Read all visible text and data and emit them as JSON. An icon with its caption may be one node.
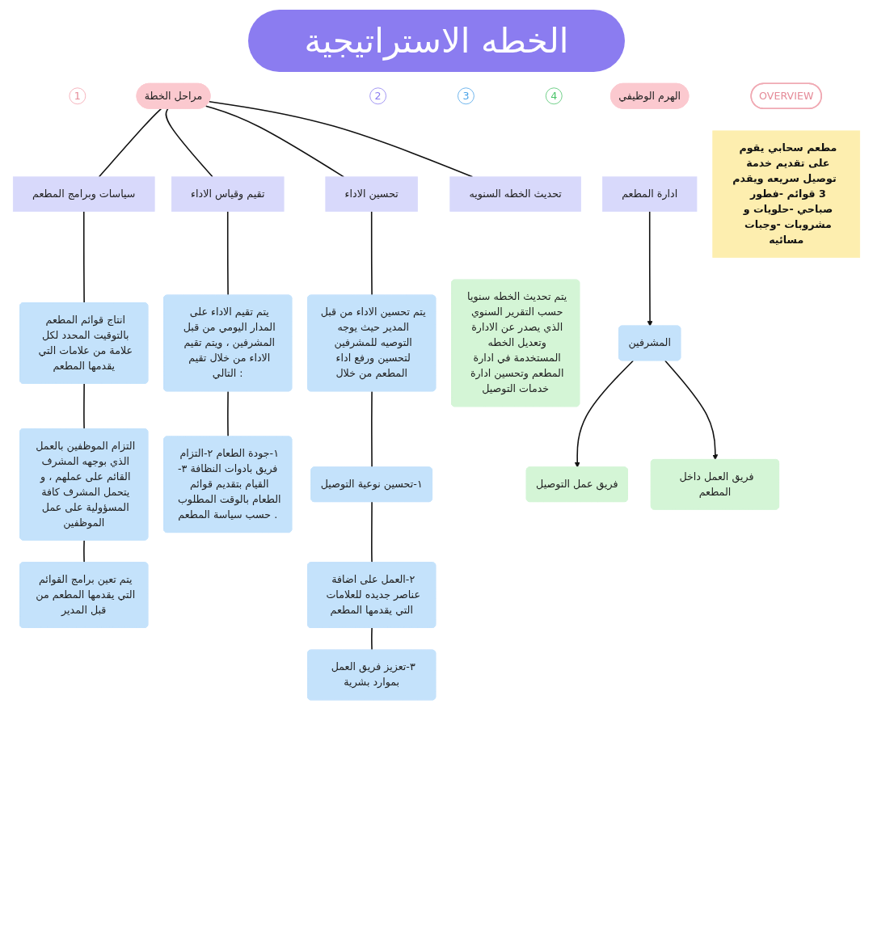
{
  "diagram": {
    "title": "الخطه الاستراتيجية",
    "nodes": [
      {
        "text": [
          "مراحل الخطة"
        ]
      },
      {
        "text": [
          "1"
        ]
      },
      {
        "text": [
          "سياسات وبرامج المطعم"
        ]
      },
      {
        "text": [
          "2"
        ]
      },
      {
        "text": [
          "تقيم وقياس الاداء"
        ]
      },
      {
        "text": [
          "3"
        ]
      },
      {
        "text": [
          "تحسين الاداء"
        ]
      },
      {
        "text": [
          "4"
        ]
      },
      {
        "text": [
          "تحديث الخطه السنويه"
        ]
      },
      {
        "text": [
          "انتاج قوائم المطعم بالتوقيت المحدد لكل علامة من علامات التي يقدمها المطعم"
        ]
      },
      {
        "text": [
          "التزام الموظفين بالعمل الذي بوجهه المشرف القائم على عملهم ، و يتحمل المشرف كافة المسؤولية على عمل الموظفين"
        ]
      },
      {
        "text": [
          "يتم تعين برامج القوائم التي يقدمها المطعم من قبل المدير"
        ]
      },
      {
        "text": [
          "يتم تقيم الاداء على المدار اليومي من قبل المشرفين ، ويتم تقيم الاداء من خلال تقيم التالي :"
        ]
      },
      {
        "text": [
          "١-جودة الطعام ٢-التزام فريق بادوات النظافة ٣-القيام بتقديم قوائم الطعام بالوقت المطلوب حسب سياسة المطعم ."
        ]
      },
      {
        "text": [
          "يتم تحسين الاداء من قبل المدير حيث يوجه التوصيه للمشرفين لتحسين ورفع اداء المطعم من خلال"
        ]
      },
      {
        "text": [
          "١-تحسين نوعية التوصيل"
        ]
      },
      {
        "text": [
          "٢-العمل على اضافة عناصر جديده للعلامات التي يقدمها المطعم"
        ]
      },
      {
        "text": [
          "٣-تعزيز فريق العمل بموارد بشرية"
        ]
      },
      {
        "text": [
          "يتم تحديث الخطه سنويا حسب التقرير السنوي الذي يصدر عن الادارة وتعديل الخطه المستخدمة في ادارة المطعم وتحسين ادارة خدمات التوصيل"
        ]
      },
      {
        "text": [
          "الهرم الوظيفي"
        ]
      },
      {
        "text": [
          "ادارة المطعم"
        ]
      },
      {
        "text": [
          "المشرفين"
        ]
      },
      {
        "text": [
          "فريق عمل التوصيل"
        ]
      },
      {
        "text": [
          "فريق العمل داخل المطعم"
        ]
      },
      {
        "text": [
          "OVERVIEW"
        ]
      },
      {
        "text": [
          "مطعم سحابي يقوم على تقديم خدمة توصيل سريعه ويقدم 3 قوائم -فطور صباحي -حلويات و مشروبات -وجبات مسائيه"
        ]
      }
    ],
    "edges": [
      {
        "from": 0,
        "to": 2,
        "arrow": "none"
      },
      {
        "from": 0,
        "to": 4,
        "arrow": "none"
      },
      {
        "from": 0,
        "to": 6,
        "arrow": "none"
      },
      {
        "from": 0,
        "to": 8,
        "arrow": "none"
      },
      {
        "from": 2,
        "to": 9,
        "arrow": "none"
      },
      {
        "from": 9,
        "to": 10,
        "arrow": "none"
      },
      {
        "from": 10,
        "to": 11,
        "arrow": "none"
      },
      {
        "from": 4,
        "to": 12,
        "arrow": "none"
      },
      {
        "from": 12,
        "to": 13,
        "arrow": "none"
      },
      {
        "from": 6,
        "to": 14,
        "arrow": "none"
      },
      {
        "from": 14,
        "to": 15,
        "arrow": "none"
      },
      {
        "from": 15,
        "to": 16,
        "arrow": "none"
      },
      {
        "from": 16,
        "to": 17,
        "arrow": "none"
      },
      {
        "from": 20,
        "to": 21,
        "arrow": "to"
      },
      {
        "from": 21,
        "to": 22,
        "arrow": "to"
      },
      {
        "from": 21,
        "to": 23,
        "arrow": "to"
      }
    ]
  }
}
